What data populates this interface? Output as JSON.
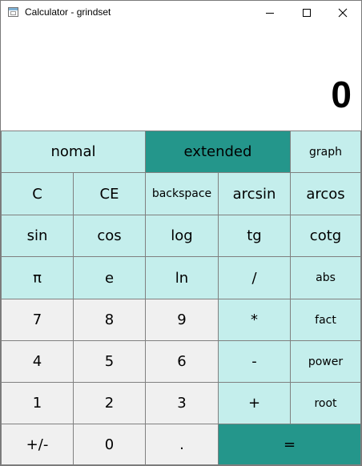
{
  "window": {
    "title": "Calculator - grindset"
  },
  "display": {
    "value": "0"
  },
  "modes": {
    "nomal": "nomal",
    "extended": "extended",
    "graph": "graph"
  },
  "keys": {
    "clear": "C",
    "clear_entry": "CE",
    "backspace": "backspace",
    "arcsin": "arcsin",
    "arccos": "arcos",
    "sin": "sin",
    "cos": "cos",
    "log": "log",
    "tg": "tg",
    "cotg": "cotg",
    "pi": "π",
    "e": "e",
    "ln": "ln",
    "divide": "/",
    "abs": "abs",
    "seven": "7",
    "eight": "8",
    "nine": "9",
    "multiply": "*",
    "fact": "fact",
    "four": "4",
    "five": "5",
    "six": "6",
    "minus": "-",
    "power": "power",
    "one": "1",
    "two": "2",
    "three": "3",
    "plus": "+",
    "root": "root",
    "negate": "+/-",
    "zero": "0",
    "decimal": ".",
    "equals": "="
  },
  "colors": {
    "key_teal": "#c4eeec",
    "key_gray": "#f0f0f0",
    "key_accent": "#24968b",
    "grid_line": "#808080"
  }
}
